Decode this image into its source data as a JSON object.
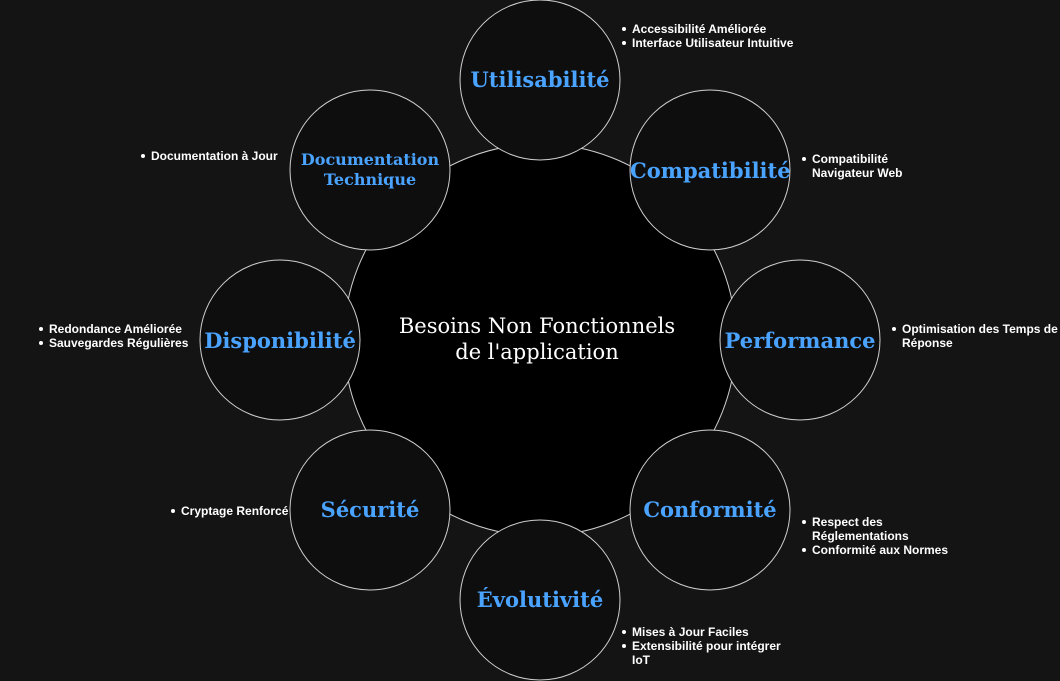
{
  "center": {
    "line1": "Besoins Non Fonctionnels",
    "line2": "de l'application"
  },
  "colors": {
    "background": "#141414",
    "node_fill": "#0e0e0e",
    "center_fill": "#000000",
    "stroke": "#cfcfcf",
    "label": "#4aa3ff",
    "text": "#ffffff"
  },
  "nodes": [
    {
      "label": "Utilisabilité",
      "bullets": [
        "Accessibilité Améliorée",
        "Interface Utilisateur Intuitive"
      ]
    },
    {
      "label": "Compatibilité",
      "bullets": [
        "Compatibilité Navigateur Web"
      ]
    },
    {
      "label": "Performance",
      "bullets": [
        "Optimisation des Temps de Réponse"
      ]
    },
    {
      "label": "Conformité",
      "bullets": [
        "Respect des Réglementations",
        "Conformité aux Normes"
      ]
    },
    {
      "label": "Évolutivité",
      "bullets": [
        "Mises à Jour Faciles",
        "Extensibilité pour intégrer IoT"
      ]
    },
    {
      "label": "Sécurité",
      "bullets": [
        "Cryptage Renforcé"
      ]
    },
    {
      "label": "Disponibilité",
      "bullets": [
        "Redondance Améliorée",
        "Sauvegardes Régulières"
      ]
    },
    {
      "label_line1": "Documentation",
      "label_line2": "Technique",
      "bullets": [
        "Documentation à Jour"
      ]
    }
  ]
}
